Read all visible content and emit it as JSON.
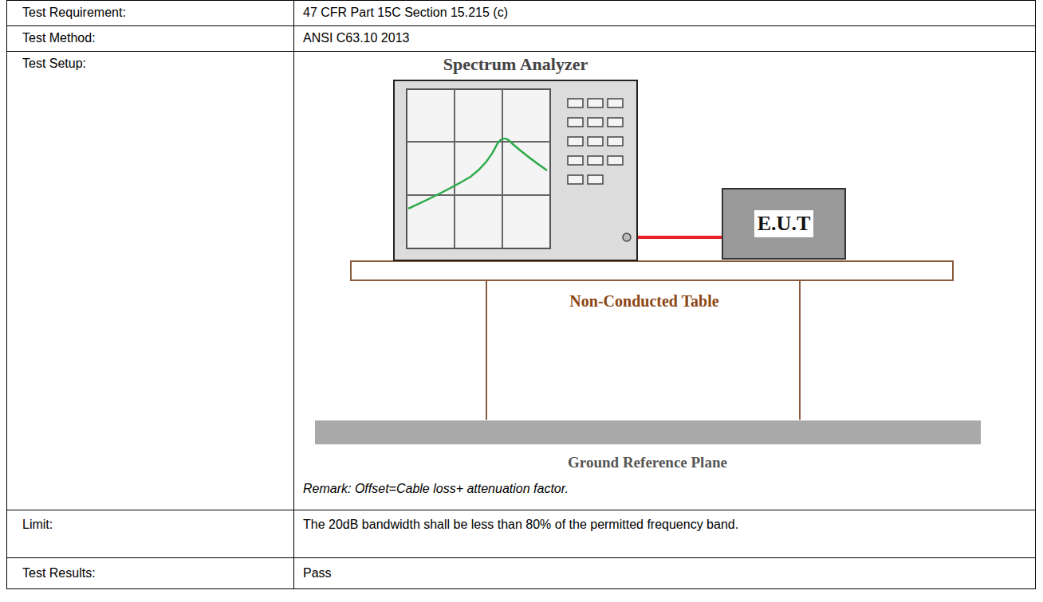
{
  "diagram": {
    "nodes": [
      {
        "text": [
          "Spectrum Analyzer"
        ]
      },
      {
        "text": [
          "E.U.T"
        ]
      }
    ],
    "edges": [
      {
        "from": 0,
        "to": 1,
        "arrow": "none"
      }
    ],
    "labels": [
      "Test Requirement:",
      "47 CFR Part 15C Section 15.215 (c)",
      "Test Method:",
      "ANSI C63.10 2013",
      "Test Setup:",
      "Non-Conducted Table",
      "Ground Reference Plane",
      "Remark: Offset=Cable loss+ attenuation factor.",
      "Limit:",
      "The 20dB bandwidth shall be less than 80% of the permitted frequency band.",
      "Test Results:",
      "Pass"
    ]
  }
}
